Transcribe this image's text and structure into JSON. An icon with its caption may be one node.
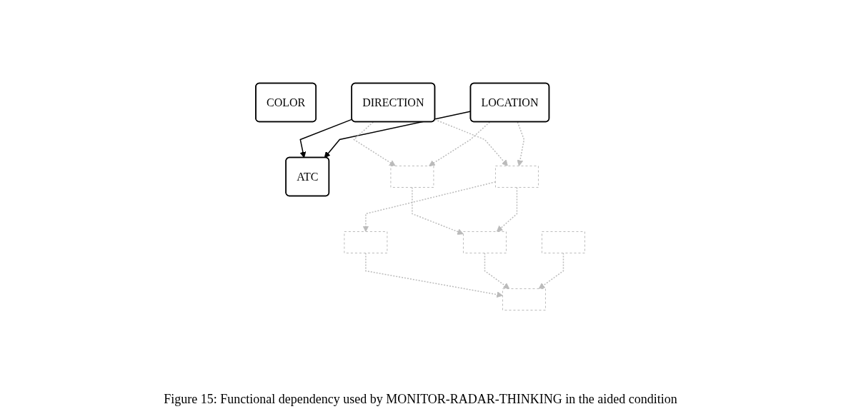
{
  "diagram": {
    "caption": "Figure 15: Functional dependency used by MONITOR-RADAR-THINKING in the aided condition",
    "nodes": [
      {
        "text": [
          "COLOR"
        ]
      },
      {
        "text": [
          "DIRECTION"
        ]
      },
      {
        "text": [
          "LOCATION"
        ]
      },
      {
        "text": [],
        "shape": "box"
      },
      {
        "text": [
          "ATC"
        ]
      },
      {
        "text": [],
        "shape": "box"
      },
      {
        "text": [],
        "shape": "box"
      },
      {
        "text": [],
        "shape": "box"
      },
      {
        "text": [],
        "shape": "box"
      },
      {
        "text": [],
        "shape": "box"
      }
    ],
    "edges": [
      {
        "from": 1,
        "to": 4,
        "arrow": "to",
        "color": "#000000"
      },
      {
        "from": 2,
        "to": 4,
        "arrow": "to",
        "color": "#000000"
      },
      {
        "from": 1,
        "to": 5,
        "arrow": "to",
        "style": "dashed",
        "color": "#bbbbbb"
      },
      {
        "from": 2,
        "to": 5,
        "arrow": "to",
        "style": "dashed",
        "color": "#bbbbbb"
      },
      {
        "from": 1,
        "to": 6,
        "arrow": "to",
        "style": "dashed",
        "color": "#bbbbbb"
      },
      {
        "from": 2,
        "to": 6,
        "arrow": "to",
        "style": "dashed",
        "color": "#bbbbbb"
      },
      {
        "from": 5,
        "to": 8,
        "arrow": "to",
        "style": "dashed",
        "color": "#bbbbbb"
      },
      {
        "from": 6,
        "to": 7,
        "arrow": "to",
        "style": "dashed",
        "color": "#bbbbbb"
      },
      {
        "from": 6,
        "to": 8,
        "arrow": "to",
        "style": "dashed",
        "color": "#bbbbbb"
      },
      {
        "from": 7,
        "to": 9,
        "arrow": "to",
        "style": "dashed",
        "color": "#bbbbbb"
      },
      {
        "from": 8,
        "to": 9,
        "arrow": "to",
        "style": "dashed",
        "color": "#bbbbbb"
      },
      {
        "from": 3,
        "to": 9,
        "arrow": "to",
        "style": "dashed",
        "color": "#bbbbbb"
      }
    ]
  }
}
